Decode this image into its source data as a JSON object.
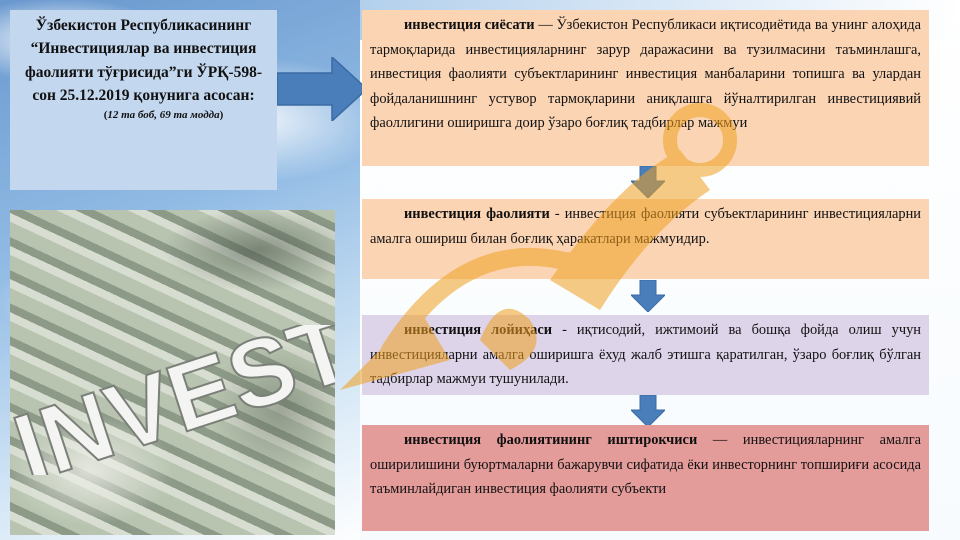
{
  "title_box": {
    "main": "Ўзбекистон Республикасининг “Инвестициялар ва инвестиция фаолияти тўғрисида”ги ЎРҚ-598-сон 25.12.2019 қонунига асосан:",
    "note": "12 та боб, 69 та модда"
  },
  "photo": {
    "word": "INVEST"
  },
  "definitions": [
    {
      "term": "инвестиция сиёсати",
      "text": " — Ўзбекистон Республикаси иқтисодиётида ва унинг алоҳида тармоқларида инвестицияларнинг зарур даражасини ва тузилмасини таъминлашга, инвестиция фаолияти субъектларининг инвестиция манбаларини топишга ва улардан фойдаланишнинг устувор тармоқларини аниқлашга йўналтирилган инвестициявий фаоллигини оширишга доир ўзаро боғлиқ тадбирлар мажмуи",
      "color": "#fbd4b4"
    },
    {
      "term": "инвестиция фаолияти",
      "text": " - инвестиция фаолияти субъектларининг инвестицияларни амалга ошириш билан боғлиқ ҳаракатлари мажмуидир.",
      "color": "#fbd4b4"
    },
    {
      "term": "инвестиция лойиҳаси",
      "text": " - иқтисодий, ижтимоий ва бошқа фойда олиш учун инвестицияларни амалга оширишга ёхуд жалб этишга қаратилган, ўзаро боғлиқ бўлган тадбирлар мажмуи тушунилади.",
      "color": "#ddd4ea"
    },
    {
      "term": "инвестиция фаолиятининг иштирокчиси",
      "text": " — инвестицияларнинг амалга оширилишини буюртмаларни бажарувчи сифатида ёки инвесторнинг топшириғи асосида таъминлайдиган инвестиция фаолияти субъекти",
      "color": "#e49c9a"
    }
  ],
  "colors": {
    "arrow": "#4a7ebb",
    "title_bg": "#c3d7ef",
    "watermark": "#f0a020"
  },
  "icons": {
    "right_arrow": "arrow-right-icon",
    "down_arrow": "arrow-down-icon"
  }
}
